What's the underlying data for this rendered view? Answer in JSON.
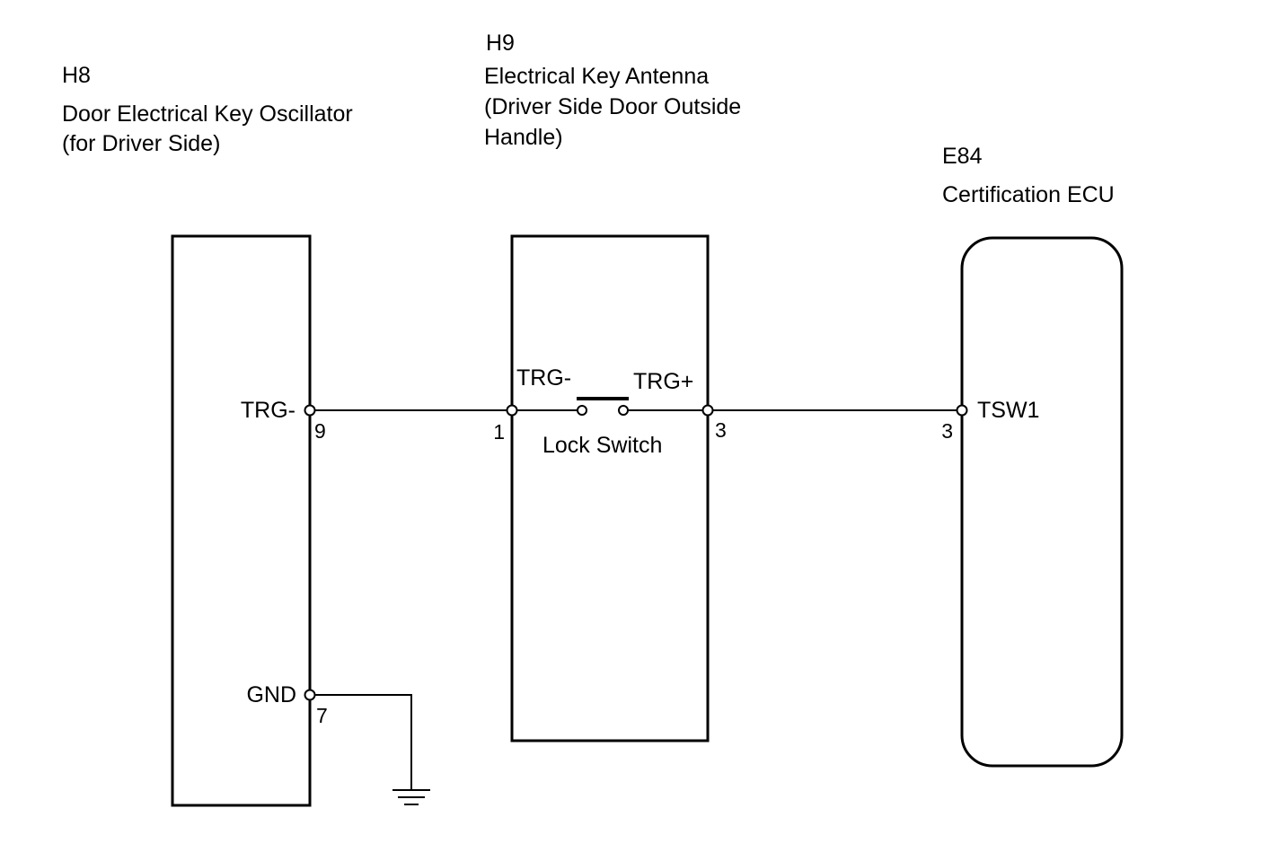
{
  "components": {
    "h8": {
      "code": "H8",
      "name_line1": "Door Electrical Key Oscillator",
      "name_line2": "(for Driver Side)"
    },
    "h9": {
      "code": "H9",
      "name_line1": "Electrical Key Antenna",
      "name_line2": "(Driver Side Door Outside",
      "name_line3": "Handle)"
    },
    "e84": {
      "code": "E84",
      "name_line1": "Certification ECU"
    }
  },
  "pins": {
    "h8_trg": {
      "label": "TRG-",
      "number": "9"
    },
    "h8_gnd": {
      "label": "GND",
      "number": "7"
    },
    "h9_in": {
      "label": "TRG-",
      "number": "1"
    },
    "h9_out": {
      "label": "TRG+",
      "number": "3"
    },
    "e84_tsw1": {
      "label": "TSW1",
      "number": "3"
    }
  },
  "switch": {
    "label": "Lock Switch"
  },
  "colors": {
    "line": "#000000",
    "background": "#ffffff"
  }
}
